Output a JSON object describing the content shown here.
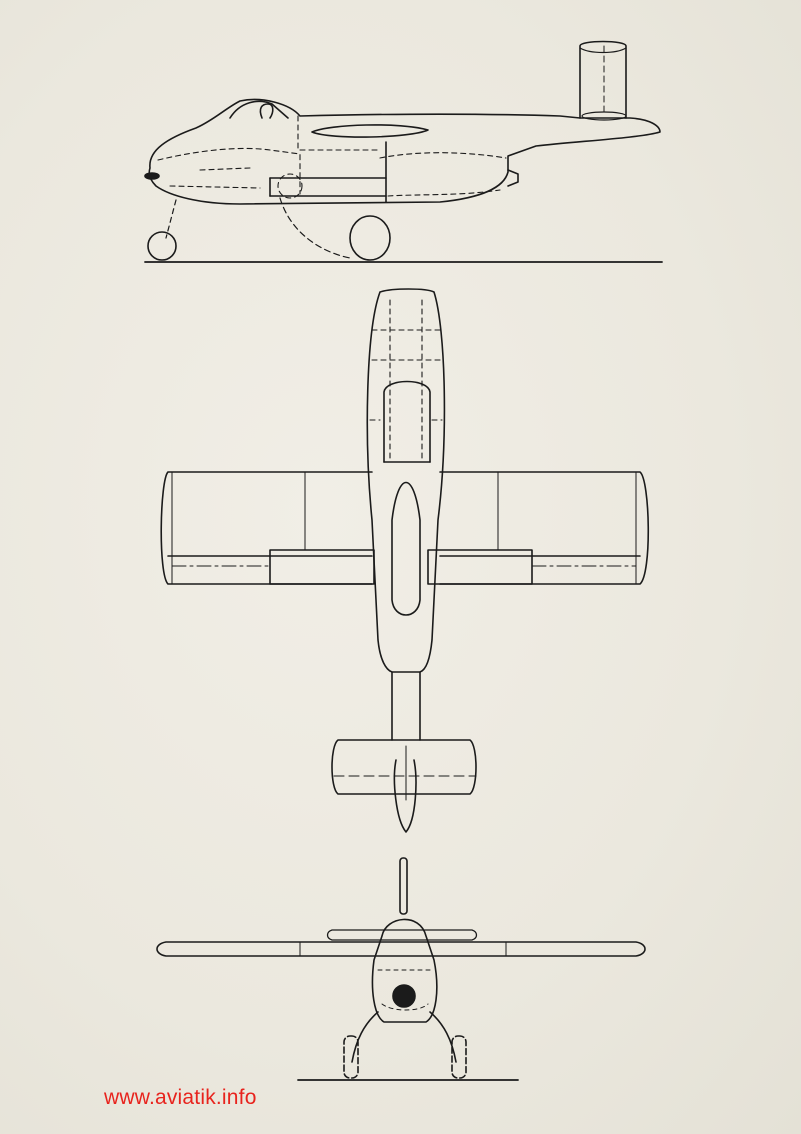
{
  "watermark": {
    "text": "www.aviatik.info",
    "color": "#e8231d"
  },
  "ink_color": "#1b1b1b",
  "views": [
    {
      "id": "side-view"
    },
    {
      "id": "top-view"
    },
    {
      "id": "front-view"
    }
  ]
}
